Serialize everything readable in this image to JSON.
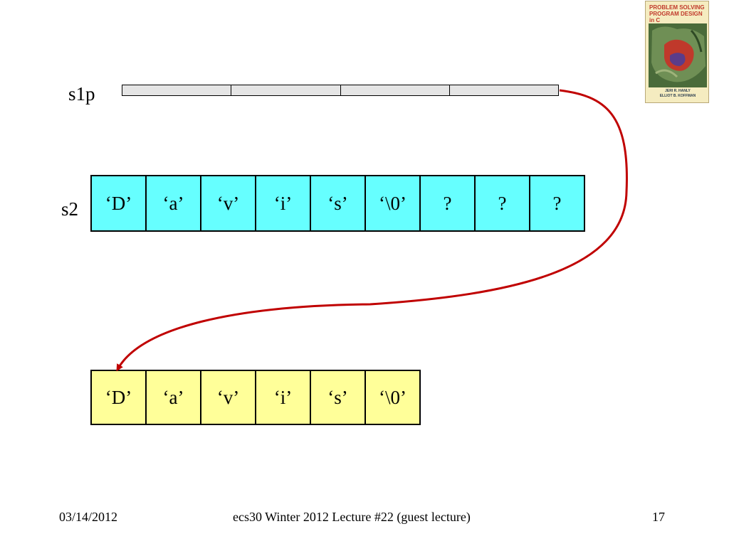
{
  "cover": {
    "title": "PROBLEM SOLVING\nPROGRAM DESIGN\nin C",
    "authors": "JERI R. HANLY\nELLIOT B. KOFFMAN"
  },
  "labels": {
    "s1p": "s1p",
    "s2": "s2"
  },
  "s1p_segments": 4,
  "s2_cells": [
    "‘D’",
    "‘a’",
    "‘v’",
    "‘i’",
    "‘s’",
    "‘\\0’",
    "?",
    "?",
    "?"
  ],
  "copy_cells": [
    "‘D’",
    "‘a’",
    "‘v’",
    "‘i’",
    "‘s’",
    "‘\\0’"
  ],
  "colors": {
    "s2_fill": "#66ffff",
    "copy_fill": "#ffff99",
    "arrow": "#c00000",
    "pointer_fill": "#e5e5e5"
  },
  "footer": {
    "date": "03/14/2012",
    "title": "ecs30 Winter 2012 Lecture #22 (guest lecture)",
    "page": "17"
  }
}
